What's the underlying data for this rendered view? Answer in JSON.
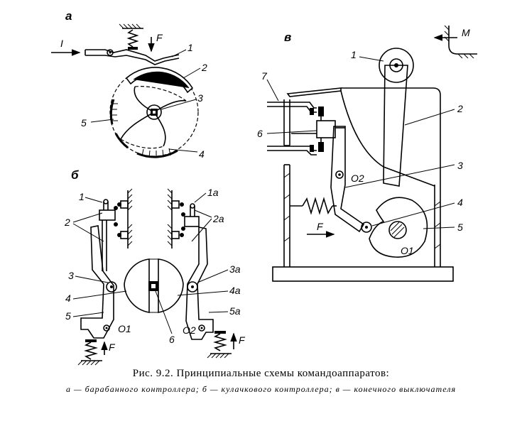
{
  "panels": {
    "a": {
      "letter": "а",
      "arrows": {
        "current": "I",
        "force": "F"
      },
      "labels": [
        "1",
        "2",
        "3",
        "4",
        "5"
      ]
    },
    "b": {
      "letter": "б",
      "labels": [
        "1",
        "2",
        "3",
        "4",
        "5",
        "1а",
        "2а",
        "3а",
        "4а",
        "5а",
        "6"
      ],
      "pivots": [
        "O1",
        "O2"
      ],
      "forces": [
        "F",
        "F"
      ]
    },
    "v": {
      "letter": "в",
      "labels": [
        "1",
        "2",
        "3",
        "4",
        "5",
        "6",
        "7"
      ],
      "pivots": [
        "O2",
        "O1"
      ],
      "force": "F",
      "motion": "M"
    }
  },
  "caption": {
    "title": "Рис. 9.2. Принципиальные схемы командоаппаратов:",
    "subtitle": "а — барабанного контроллера; б — кулачкового контроллера; в — конечного выключателя"
  }
}
